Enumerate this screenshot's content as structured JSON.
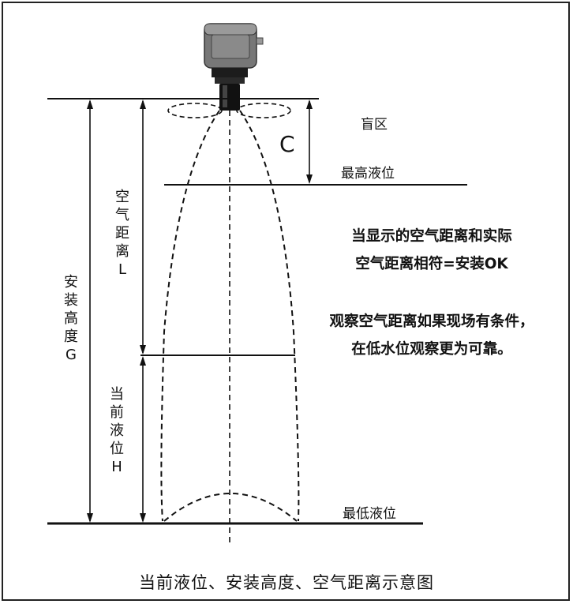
{
  "labels": {
    "blind_zone": "盲区",
    "c": "C",
    "max_level": "最高液位",
    "min_level": "最低液位",
    "air_distance": "空气距离L",
    "install_height": "安装高度G",
    "current_level": "当前液位H"
  },
  "notes": {
    "line1": "当显示的空气距离和实际",
    "line2": "空气距离相符=安装OK",
    "line3": "观察空气距离如果现场有条件，",
    "line4": "在低水位观察更为可靠。"
  },
  "caption": "当前液位、安装高度、空气距离示意图",
  "colors": {
    "line": "#111111",
    "sensor_body": "#6e6e6e",
    "sensor_dark": "#1a1a1a"
  }
}
